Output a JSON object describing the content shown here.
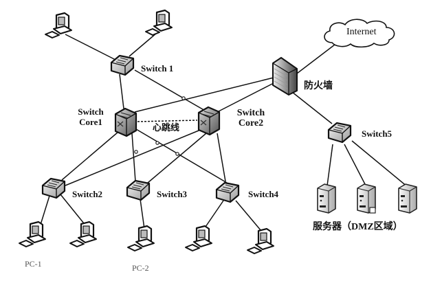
{
  "diagram": {
    "title": "",
    "nodes": {
      "internet": {
        "label": "Internet",
        "type": "cloud"
      },
      "firewall": {
        "label": "防火墙",
        "type": "firewall"
      },
      "switch1": {
        "label": "Switch 1",
        "type": "switch"
      },
      "core1": {
        "label_line1": "Switch",
        "label_line2": "Core1",
        "type": "core-switch"
      },
      "core2": {
        "label_line1": "Switch",
        "label_line2": "Core2",
        "type": "core-switch"
      },
      "switch2": {
        "label": "Switch2",
        "type": "switch"
      },
      "switch3": {
        "label": "Switch3",
        "type": "switch"
      },
      "switch4": {
        "label": "Switch4",
        "type": "switch"
      },
      "switch5": {
        "label": "Switch5",
        "type": "switch"
      },
      "pc1": {
        "label": "PC-1",
        "type": "pc"
      },
      "pc2": {
        "label": "PC-2",
        "type": "pc"
      },
      "servers_group": {
        "label": "服务器（DMZ区域）",
        "type": "server-group",
        "count": 3
      }
    },
    "heartbeat_label": "心跳线",
    "edges": [
      [
        "pc-top-left",
        "switch1"
      ],
      [
        "pc-top-right",
        "switch1"
      ],
      [
        "switch1",
        "core1"
      ],
      [
        "switch1",
        "core2"
      ],
      [
        "core1",
        "firewall"
      ],
      [
        "core2",
        "firewall"
      ],
      [
        "firewall",
        "internet"
      ],
      [
        "firewall",
        "switch5"
      ],
      [
        "core1",
        "core2",
        "heartbeat"
      ],
      [
        "core1",
        "switch2"
      ],
      [
        "core1",
        "switch3"
      ],
      [
        "core1",
        "switch4"
      ],
      [
        "core2",
        "switch2"
      ],
      [
        "core2",
        "switch3"
      ],
      [
        "core2",
        "switch4"
      ],
      [
        "switch2",
        "pc1"
      ],
      [
        "switch2",
        "pc-sw2-b"
      ],
      [
        "switch3",
        "pc2"
      ],
      [
        "switch4",
        "pc-sw4-a"
      ],
      [
        "switch4",
        "pc-sw4-b"
      ],
      [
        "switch5",
        "server-1"
      ],
      [
        "switch5",
        "server-2"
      ],
      [
        "switch5",
        "server-3"
      ]
    ]
  }
}
